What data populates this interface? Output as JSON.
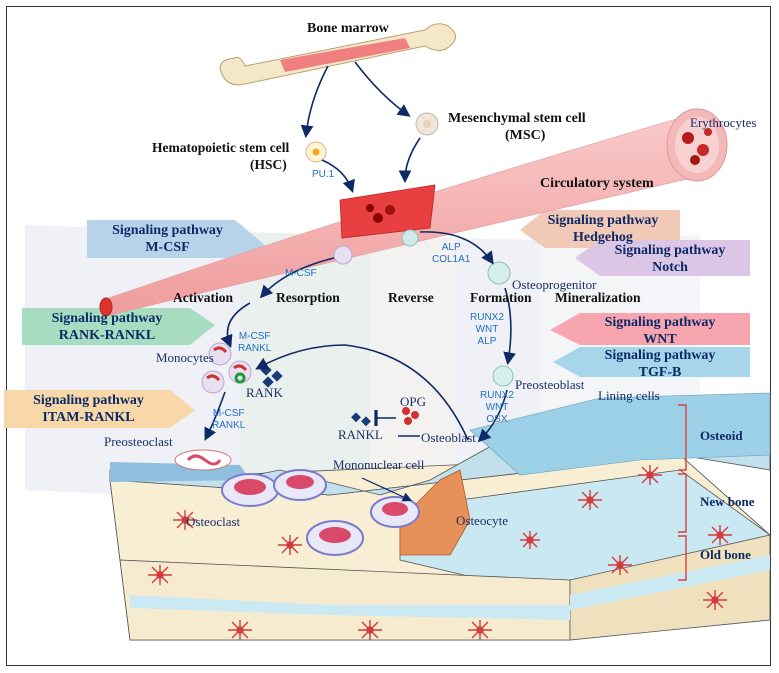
{
  "labels": {
    "bone_marrow": "Bone marrow",
    "hsc": "Hematopoietic stem cell",
    "hsc_abbr": "(HSC)",
    "msc": "Mesenchymal stem cell",
    "msc_abbr": "(MSC)",
    "erythrocytes": "Erythrocytes",
    "circulatory": "Circulatory system",
    "pu1": "PU.1",
    "mcsf": "M-CSF",
    "alp_col": [
      "ALP",
      "COL1A1"
    ],
    "osteoprogenitor": "Osteoprogenitor",
    "runx2_wnt_alp": [
      "RUNX2",
      "WNT",
      "ALP"
    ],
    "preosteoblast": "Preosteoblast",
    "runx2_wnt_osx": [
      "RUNX2",
      "WNT",
      "OSX"
    ],
    "mcsf_rankl_1": [
      "M-CSF",
      "RANKL"
    ],
    "mcsf_rankl_2": [
      "M-CSF",
      "RANKL"
    ],
    "monocytes": "Monocytes",
    "rank": "RANK",
    "opg": "OPG",
    "rankl": "RANKL",
    "osteoblast": "Osteoblast",
    "lining_cells": "Lining cells",
    "preosteoclast": "Preosteoclast",
    "mononuclear": "Mononuclear cell",
    "osteoclast": "Osteoclast",
    "osteocyte": "Osteocyte"
  },
  "phases": [
    "Activation",
    "Resorption",
    "Reverse",
    "Formation",
    "Mineralization"
  ],
  "pathways": {
    "mcsf": [
      "Signaling pathway",
      "M-CSF"
    ],
    "rank_rankl": [
      "Signaling pathway",
      "RANK-RANKL"
    ],
    "itam_rankl": [
      "Signaling pathway",
      "ITAM-RANKL"
    ],
    "hedgehog": [
      "Signaling pathway",
      "Hedgehog"
    ],
    "notch": [
      "Signaling pathway",
      "Notch"
    ],
    "wnt": [
      "Signaling pathway",
      "WNT"
    ],
    "tgfb": [
      "Signaling pathway",
      "TGF-B"
    ]
  },
  "layers": {
    "osteoid": "Osteoid",
    "new_bone": "New bone",
    "old_bone": "Old bone"
  },
  "colors": {
    "vessel": "#f5b5b5",
    "bone": "#f5ecd0",
    "new_bone": "#c9e8f2",
    "red": "#c8202a",
    "navy": "#0d2a66",
    "blue_text": "#1f6fc4"
  }
}
